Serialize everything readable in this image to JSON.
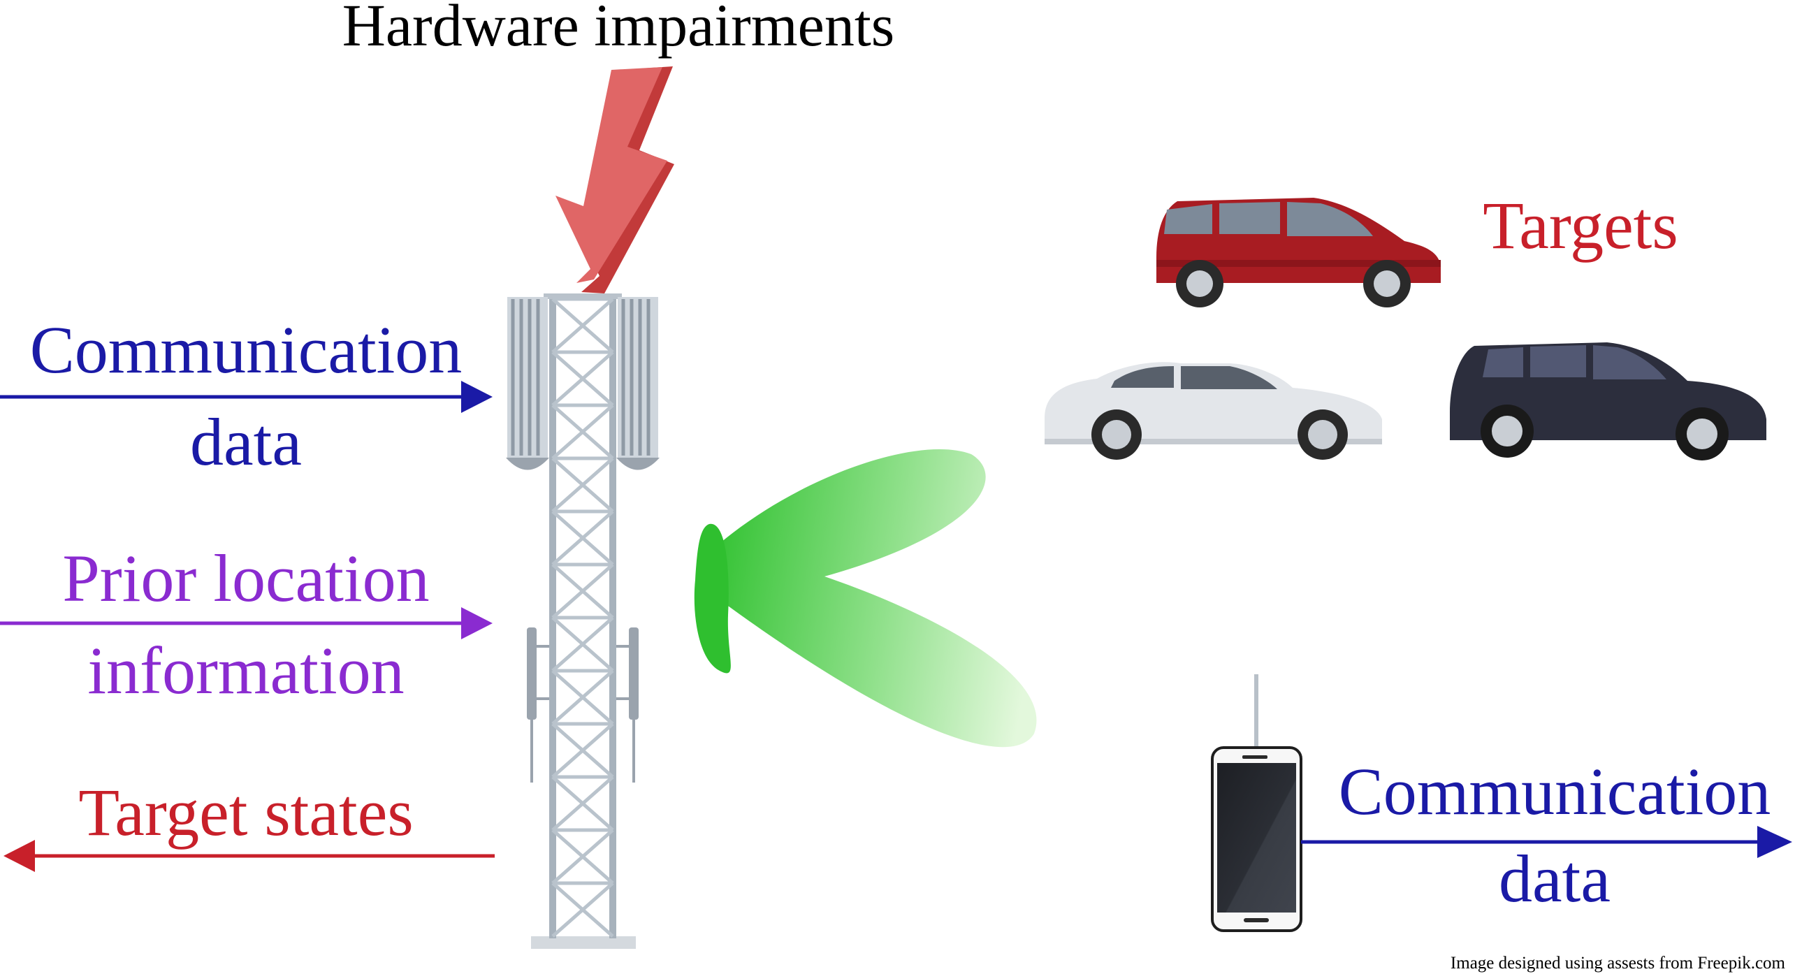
{
  "title": "Hardware impairments",
  "labels": {
    "comm_left_line1": "Communication",
    "comm_left_line2": "data",
    "prior_line1": "Prior location",
    "prior_line2": "information",
    "target_states": "Target states",
    "targets": "Targets",
    "comm_right_line1": "Communication",
    "comm_right_line2": "data"
  },
  "credit": "Image designed using assests from Freepik.com",
  "colors": {
    "communication": "#1a1aa6",
    "prior": "#8a2bd0",
    "target": "#c8202a",
    "bolt": "#d85a5a",
    "beam": "#39c53a"
  },
  "icons": {
    "bolt": "lightning-bolt-icon",
    "tower": "cell-tower-icon",
    "phone": "smartphone-icon",
    "beam": "radiation-pattern-beam",
    "cars": [
      "red-minivan-icon",
      "white-sedan-icon",
      "dark-suv-icon"
    ]
  }
}
